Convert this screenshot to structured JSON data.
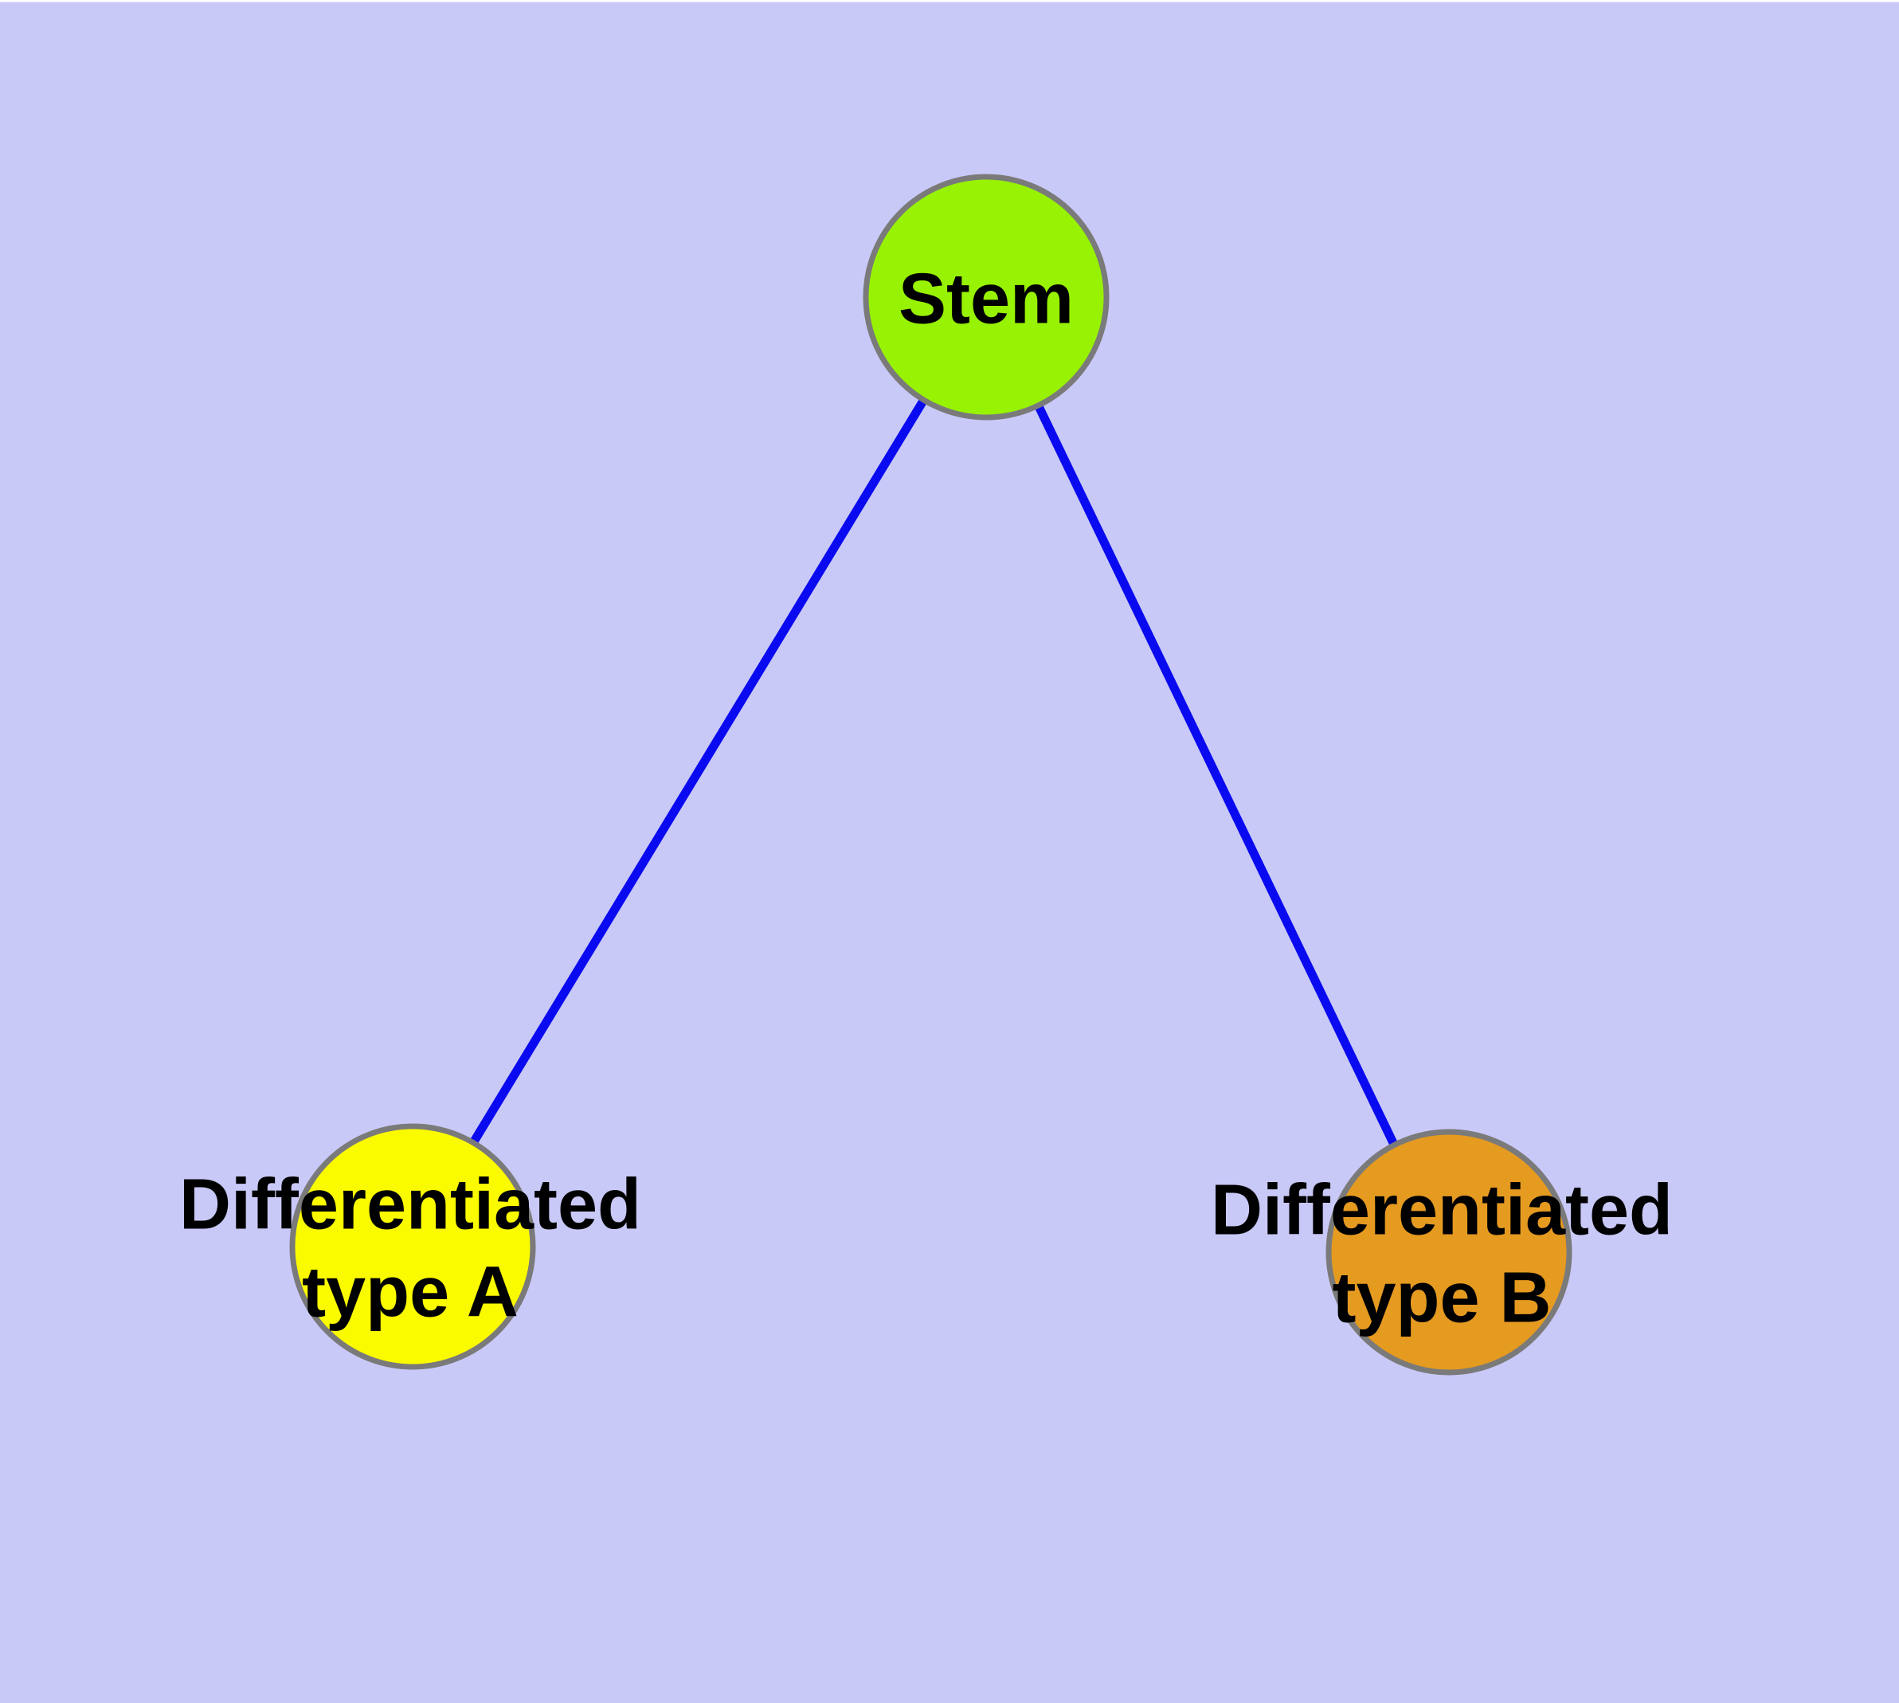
{
  "diagram": {
    "background_color": "#c9c9f8",
    "window_top_edge_color": "#ffffff",
    "edge_color": "#0a0af0",
    "node_border_color": "#7a7a7a",
    "text_color": "#000000",
    "nodes": [
      {
        "id": "stem",
        "label": "Stem",
        "lines": [
          "Stem"
        ],
        "fill": "#97f203"
      },
      {
        "id": "diff-a",
        "label": "Differentiated type A",
        "lines": [
          "Differentiated",
          "type A"
        ],
        "fill": "#fbfb00"
      },
      {
        "id": "diff-b",
        "label": "Differentiated type B",
        "lines": [
          "Differentiated",
          "type B"
        ],
        "fill": "#e59a20"
      }
    ],
    "edges": [
      {
        "from": "Stem",
        "to": "Differentiated type A"
      },
      {
        "from": "Stem",
        "to": "Differentiated type B"
      }
    ]
  }
}
